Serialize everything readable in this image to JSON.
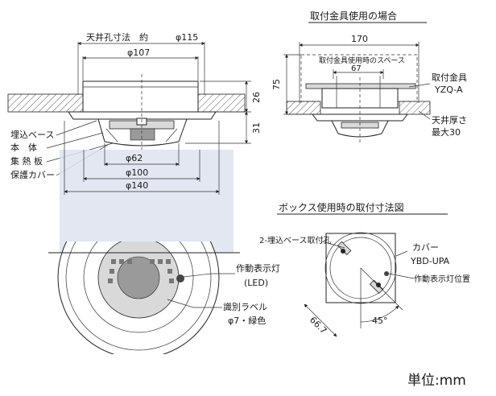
{
  "side_view": {
    "ceiling_hole_label": "天井孔寸法　約",
    "ceiling_hole_value": "φ115",
    "d107": "φ107",
    "d62": "φ62",
    "d100": "φ100",
    "d140": "φ140",
    "h26": "26",
    "h31": "31"
  },
  "parts": {
    "base": "埋込ベース",
    "body": "本　体",
    "heatsink": "集 熱 板",
    "cover": "保護カバー"
  },
  "bracket_view": {
    "title": "取付金具使用の場合",
    "w170": "170",
    "space": "取付金具使用時のスペース",
    "w67": "67",
    "h75": "75",
    "bracket_label": "取付金具",
    "bracket_model": "YZQ-A",
    "ceiling_label": "天井厚さ",
    "ceiling_max": "最大30"
  },
  "bottom_view": {
    "led_label": "作動表示灯",
    "led_paren": "(LED)",
    "id_label": "識別ラベル",
    "id_spec": "φ7・緑色"
  },
  "box_view": {
    "title": "ボックス使用時の取付寸法図",
    "holes": "2-埋込ベース取付孔",
    "cover_label": "カバー",
    "cover_model": "YBD-UPA",
    "led_pos": "作動表示灯位置",
    "d667": "66.7",
    "angle": "45°"
  },
  "unit": "単位:mm",
  "colors": {
    "highlight": "#dde3f0"
  }
}
